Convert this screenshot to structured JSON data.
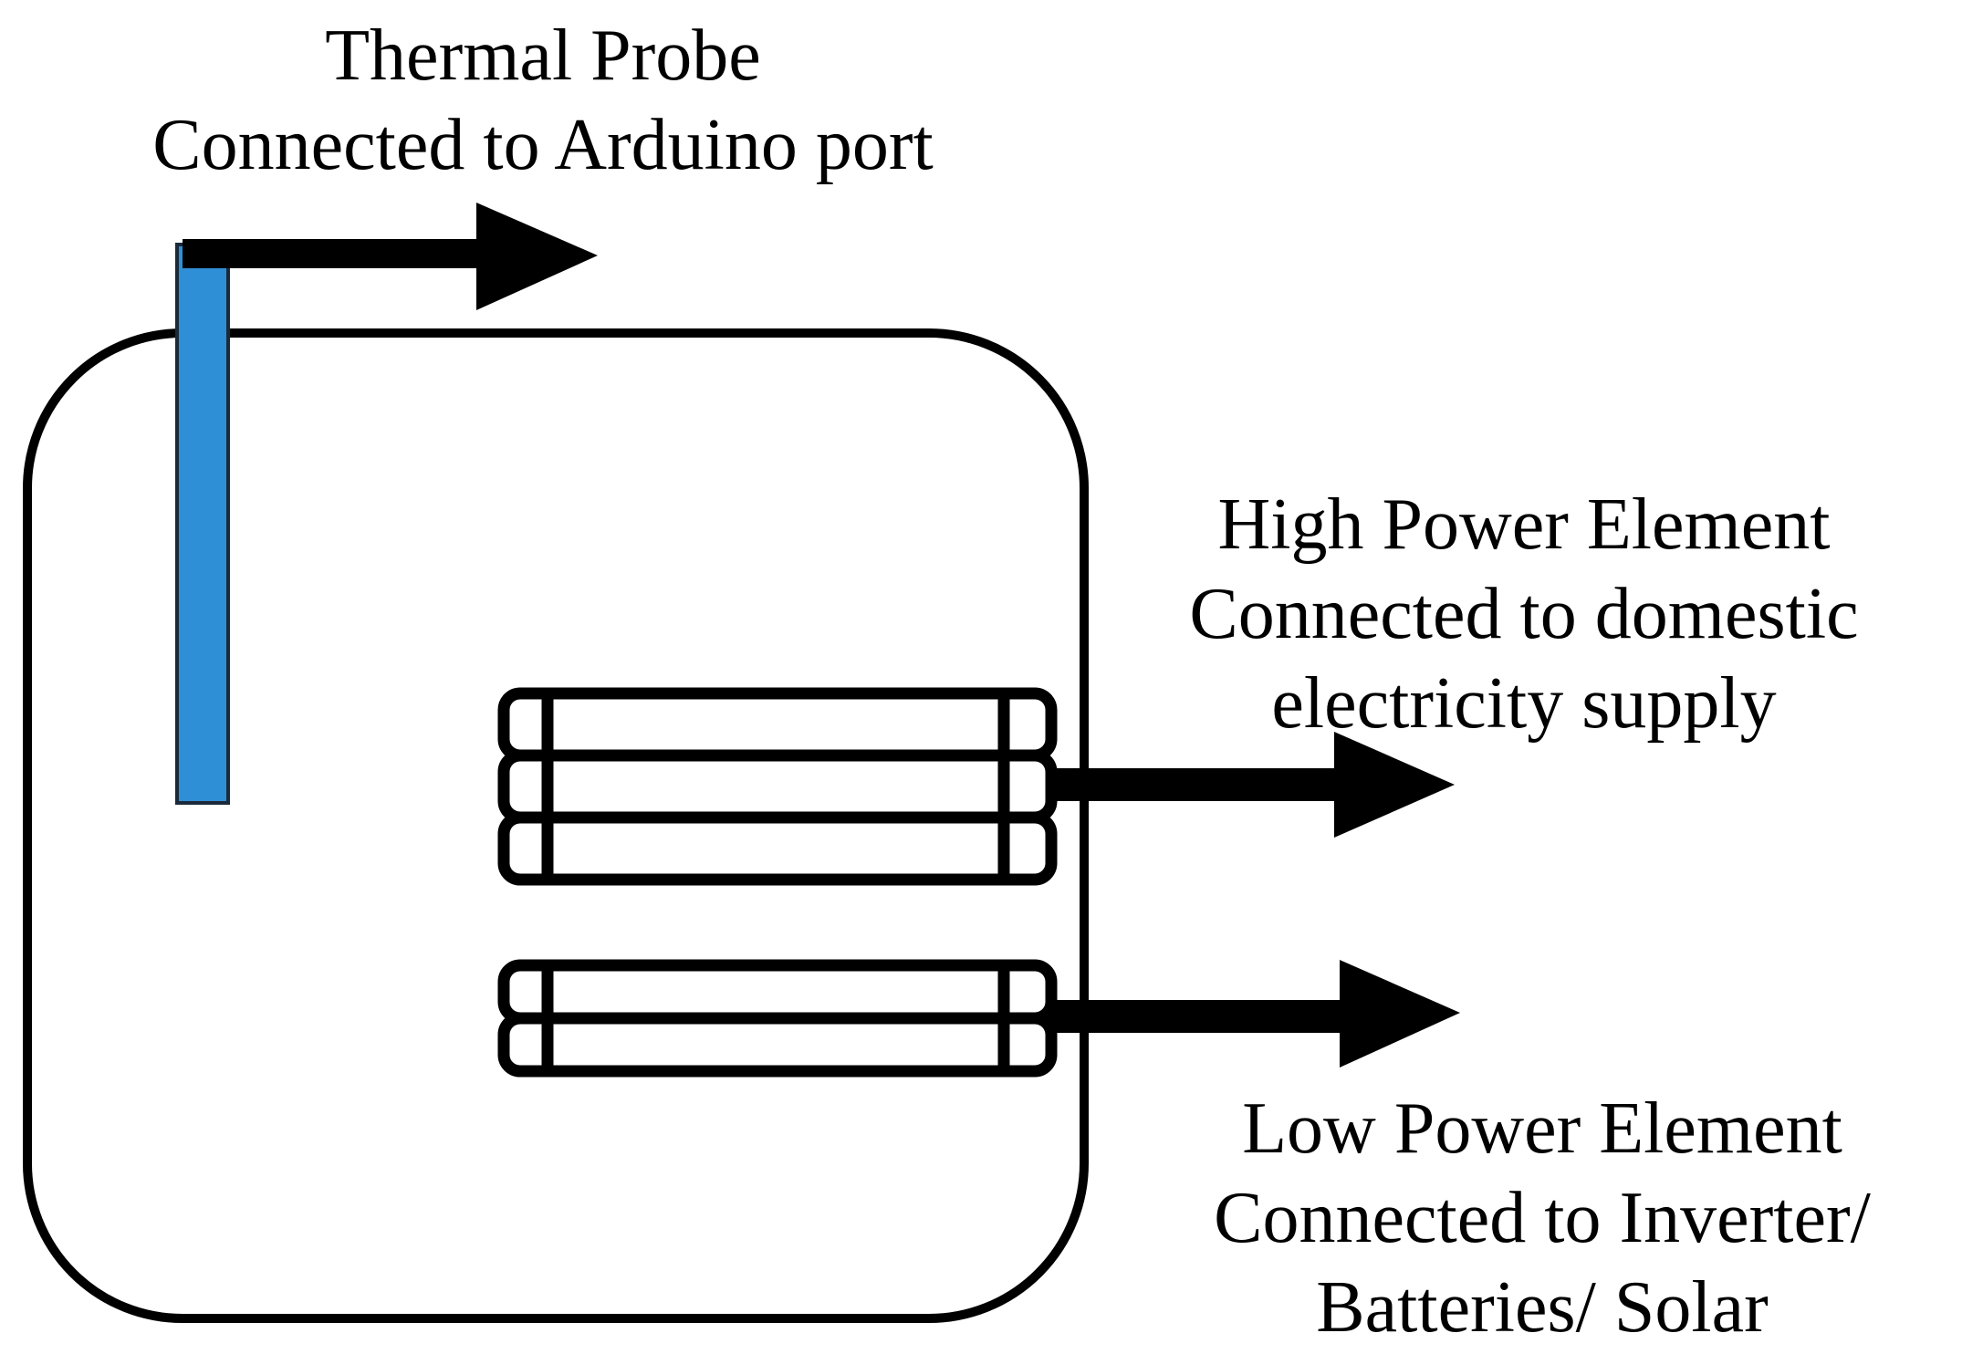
{
  "diagram": {
    "probe": {
      "line1": "Thermal Probe",
      "line2": "Connected to Arduino port",
      "color": "#2f8fd6"
    },
    "high_power_element": {
      "line1": "High Power Element",
      "line2": "Connected to domestic",
      "line3": "electricity supply"
    },
    "low_power_element": {
      "line1": "Low Power Element",
      "line2": "Connected to Inverter/",
      "line3": "Batteries/ Solar"
    },
    "stroke_color": "#000000"
  }
}
